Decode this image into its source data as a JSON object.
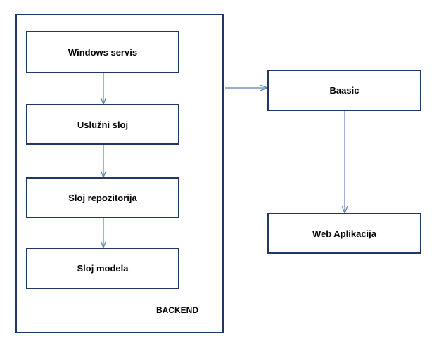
{
  "backend": {
    "label": "BACKEND",
    "nodes": [
      {
        "id": "windows-servis",
        "label": "Windows servis"
      },
      {
        "id": "usluzni-sloj",
        "label": "Uslužni sloj"
      },
      {
        "id": "sloj-repozitorija",
        "label": "Sloj repozitorija"
      },
      {
        "id": "sloj-modela",
        "label": "Sloj modela"
      }
    ]
  },
  "external": {
    "nodes": [
      {
        "id": "baasic",
        "label": "Baasic"
      },
      {
        "id": "web-aplikacija",
        "label": "Web Aplikacija"
      }
    ]
  },
  "edges": [
    {
      "from": "windows-servis",
      "to": "usluzni-sloj"
    },
    {
      "from": "usluzni-sloj",
      "to": "sloj-repozitorija"
    },
    {
      "from": "sloj-repozitorija",
      "to": "sloj-modela"
    },
    {
      "from": "backend",
      "to": "baasic"
    },
    {
      "from": "baasic",
      "to": "web-aplikacija"
    }
  ],
  "colors": {
    "box_border": "#203864",
    "arrow": "#5b7fb5"
  }
}
